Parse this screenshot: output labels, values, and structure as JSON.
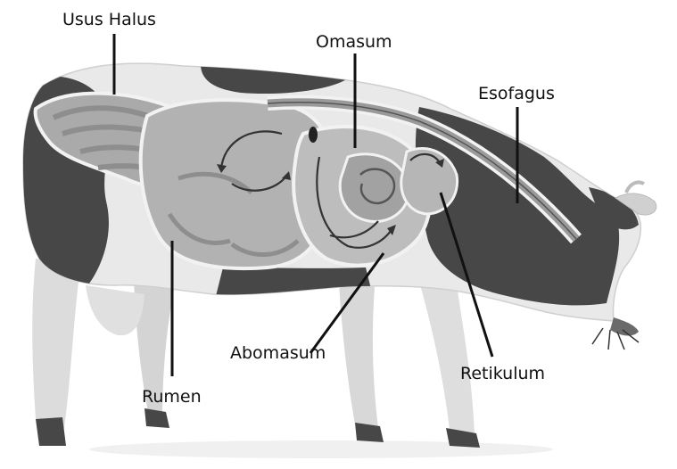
{
  "diagram": {
    "labels": {
      "usus_halus": "Usus Halus",
      "omasum": "Omasum",
      "esofagus": "Esofagus",
      "abomasum": "Abomasum",
      "retikulum": "Retikulum",
      "rumen": "Rumen"
    },
    "colors": {
      "body_light": "#e9e9e9",
      "spots_dark": "#474747",
      "organ_fill": "#a9a9a9",
      "organ_light": "#c4c4c4",
      "organ_outline": "#f2f2f2",
      "pointer": "#111111"
    }
  }
}
